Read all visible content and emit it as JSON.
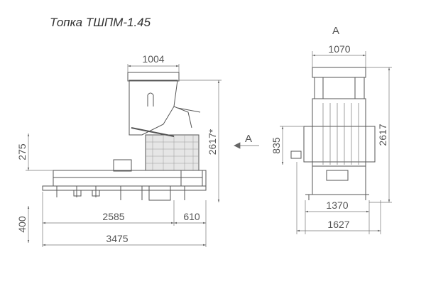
{
  "title": "Топка ТШПМ-1.45",
  "view_label": "А",
  "dimensions": {
    "hopper_width": "1004",
    "front_height_small": "275",
    "front_height_total": "2617*",
    "base_height": "400",
    "body_length": "2585",
    "tail_length": "610",
    "overall_length": "3475",
    "side_top_width": "1070",
    "side_mid_height": "835",
    "side_total_height": "2617",
    "side_width_inner": "1370",
    "side_width_outer": "1627"
  }
}
